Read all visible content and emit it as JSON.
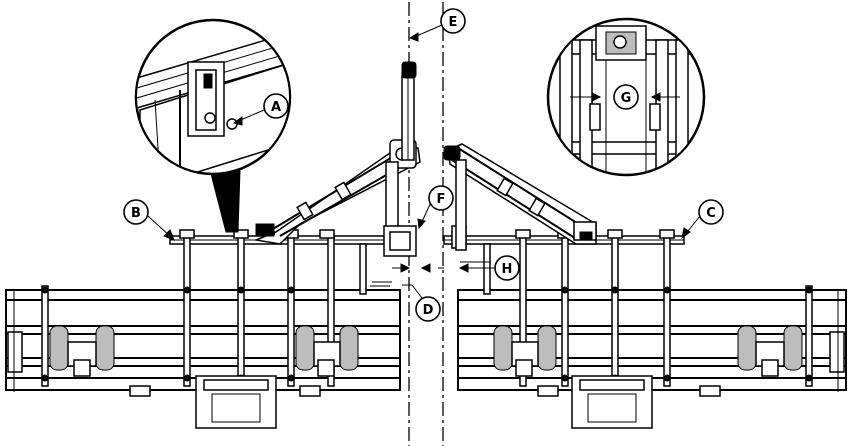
{
  "callouts": {
    "a": "A",
    "b": "B",
    "c": "C",
    "d": "D",
    "e": "E",
    "f": "F",
    "g": "G",
    "h": "H"
  }
}
